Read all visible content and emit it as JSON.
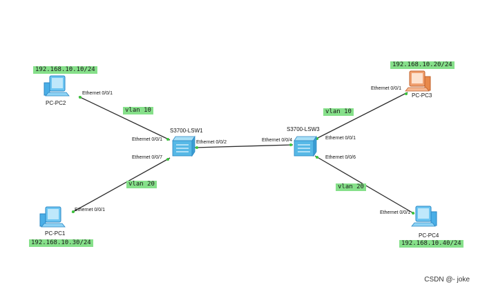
{
  "pcs": [
    {
      "id": "pc2",
      "name": "PC-PC2",
      "ip": "192.168.10.10/24",
      "port": "Ethernet 0/0/1",
      "color": "blue"
    },
    {
      "id": "pc1",
      "name": "PC-PC1",
      "ip": "192.168.10.30/24",
      "port": "Ethernet 0/0/1",
      "color": "blue"
    },
    {
      "id": "pc3",
      "name": "PC-PC3",
      "ip": "192.168.10.20/24",
      "port": "Ethernet 0/0/1",
      "color": "orange"
    },
    {
      "id": "pc4",
      "name": "PC-PC4",
      "ip": "192.168.10.40/24",
      "port": "Ethernet 0/0/1",
      "color": "blue"
    }
  ],
  "switches": [
    {
      "id": "lsw1",
      "name": "S3700-LSW1",
      "ports": {
        "to_pc2": "Ethernet 0/0/1",
        "to_pc1": "Ethernet 0/0/7",
        "trunk": "Ethernet 0/0/2"
      }
    },
    {
      "id": "lsw3",
      "name": "S3700-LSW3",
      "ports": {
        "trunk": "Ethernet 0/0/4",
        "to_pc3": "Ethernet 0/0/1",
        "to_pc4": "Ethernet 0/0/6"
      }
    }
  ],
  "vlans": {
    "pc2_link": "vlan 10",
    "pc1_link": "vlan 20",
    "pc3_link": "vlan 10",
    "pc4_link": "vlan 20"
  },
  "colors": {
    "label_bg": "#86e08a",
    "link": "#2b2b2b",
    "port_dot": "#3cc43c",
    "pc_blue": "#3fa9e8",
    "pc_orange": "#e8894a",
    "switch": "#56b8e6"
  },
  "watermark": "CSDN @- joke"
}
